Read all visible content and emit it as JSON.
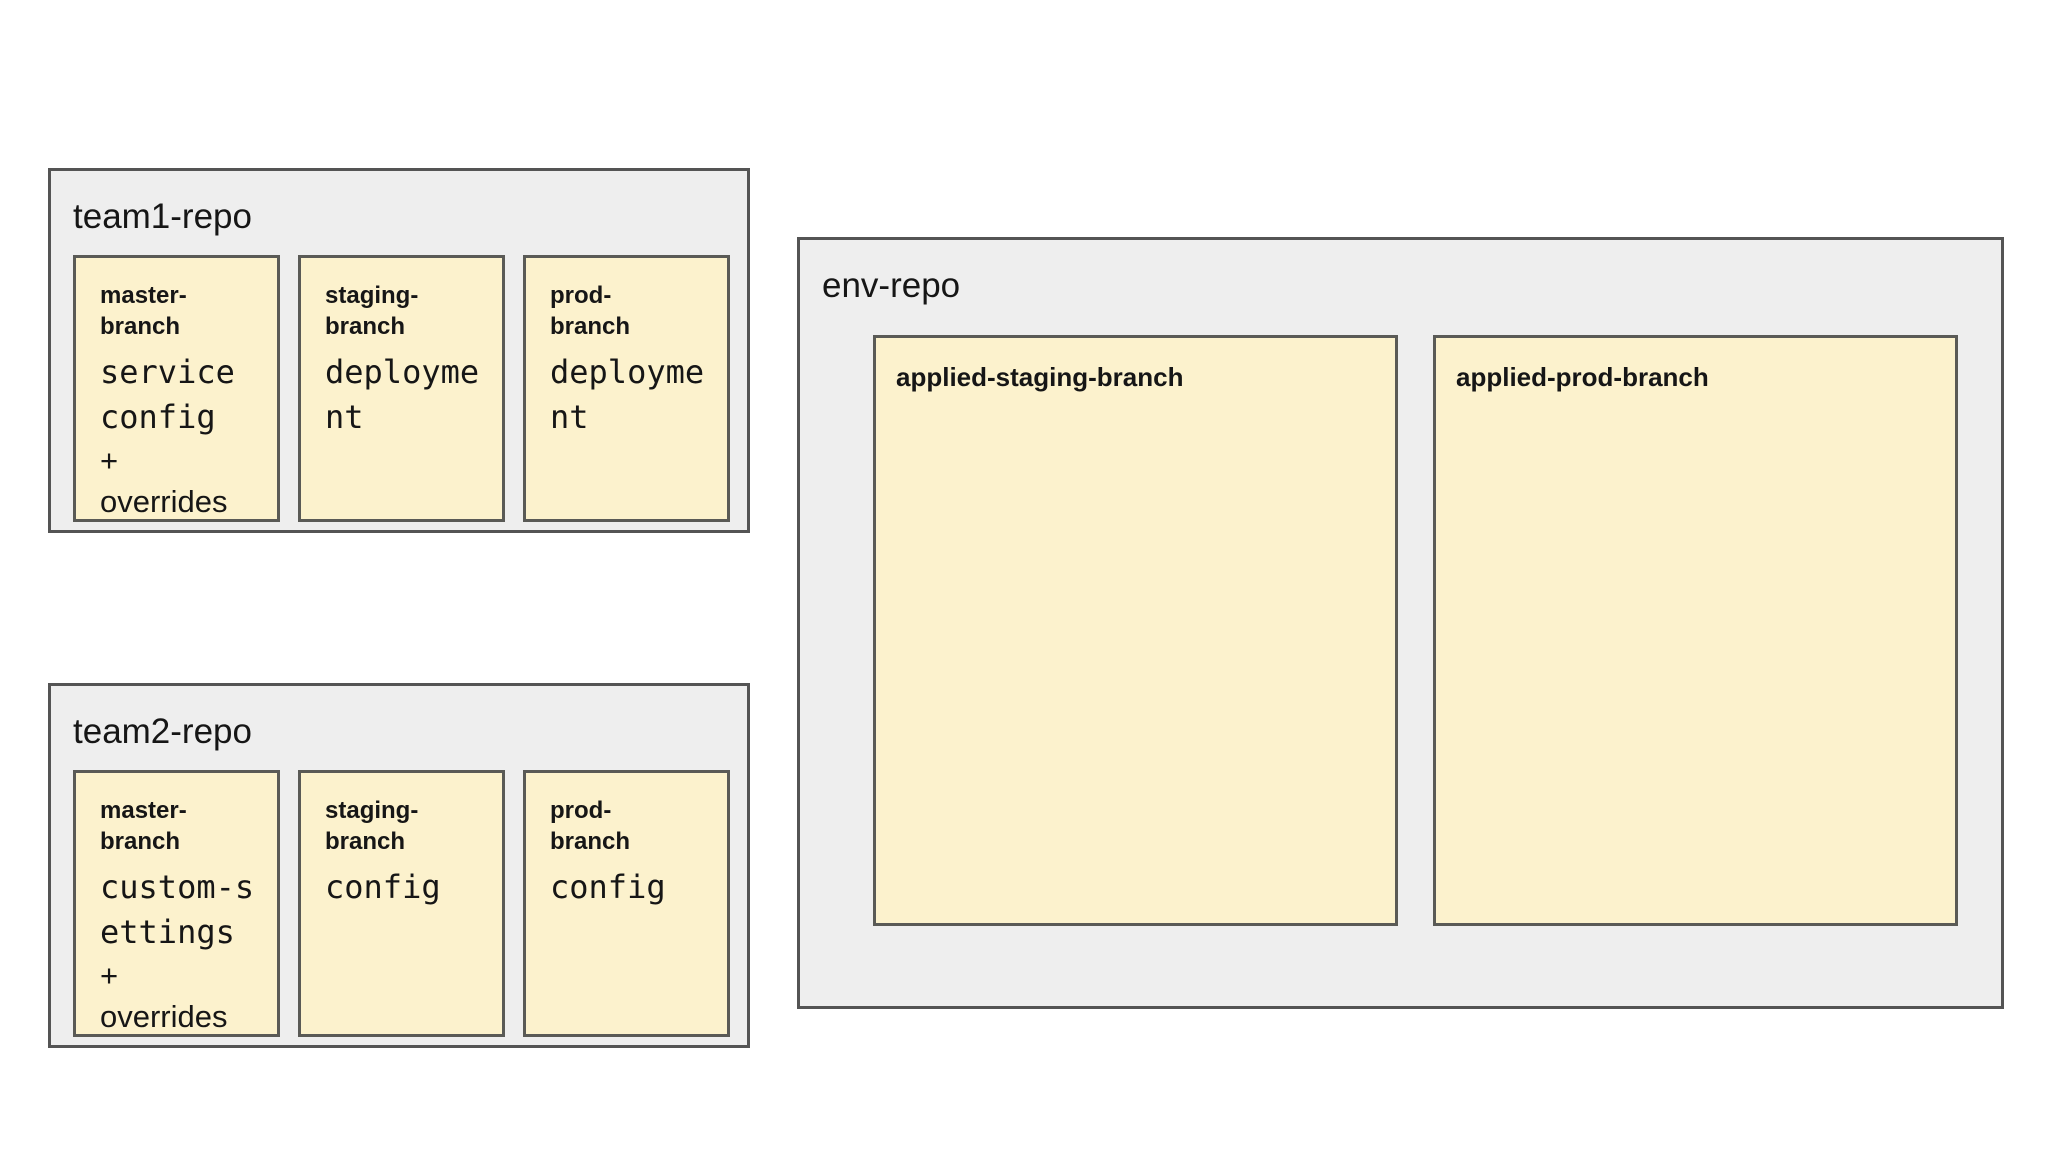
{
  "colors": {
    "page_bg": "#ffffff",
    "repo_fill": "#eeeeee",
    "repo_border": "#545454",
    "branch_fill": "#fcf2cd",
    "branch_border": "#5a5a56",
    "text": "#161616"
  },
  "repos": {
    "team1": {
      "title": "team1-repo",
      "branches": [
        {
          "label_lines": [
            "master-",
            "branch"
          ],
          "code_lines": [
            "service",
            "config"
          ],
          "plain_lines": [
            "+",
            "overrides"
          ]
        },
        {
          "label_lines": [
            "staging-",
            "branch"
          ],
          "code_lines": [
            "deployme",
            "nt"
          ]
        },
        {
          "label_lines": [
            "prod-",
            "branch"
          ],
          "code_lines": [
            "deployme",
            "nt"
          ]
        }
      ]
    },
    "team2": {
      "title": "team2-repo",
      "branches": [
        {
          "label_lines": [
            "master-",
            "branch"
          ],
          "code_lines": [
            "custom-s",
            "ettings"
          ],
          "plain_lines": [
            "+",
            "overrides"
          ]
        },
        {
          "label_lines": [
            "staging-",
            "branch"
          ],
          "code_lines": [
            "config"
          ]
        },
        {
          "label_lines": [
            "prod-",
            "branch"
          ],
          "code_lines": [
            "config"
          ]
        }
      ]
    },
    "env": {
      "title": "env-repo",
      "branches": [
        {
          "label": "applied-staging-branch"
        },
        {
          "label": "applied-prod-branch"
        }
      ]
    }
  }
}
